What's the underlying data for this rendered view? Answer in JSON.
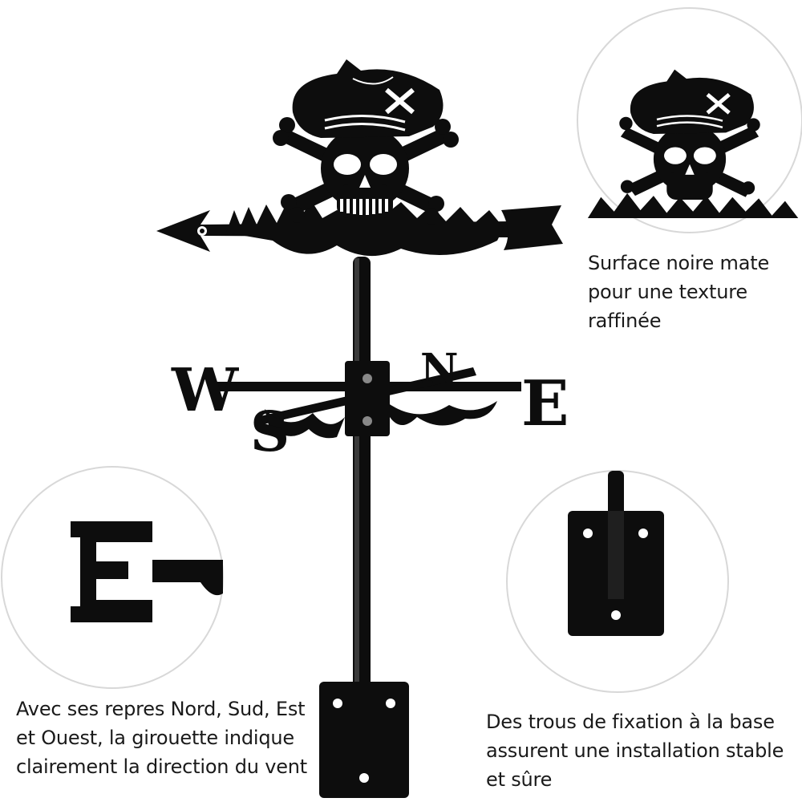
{
  "compass": {
    "west": "W",
    "east": "E",
    "north": "N",
    "south": "S"
  },
  "callouts": {
    "finish": "Surface noire mate pour une texture raffinée",
    "directions": "Avec ses repres Nord, Sud, Est et Ouest, la girouette indique clairement la direction du vent",
    "mounting": "Des trous de fixation à la base assurent une installation stable et sûre"
  },
  "colors": {
    "metal": "#0d0d0d",
    "background": "#ffffff",
    "circle_border": "#d8d8d8",
    "text": "#1a1a1a"
  },
  "icons": [
    "skull-icon",
    "pirate-hat-icon",
    "crossbones-icon",
    "arrow-pointer-icon"
  ]
}
